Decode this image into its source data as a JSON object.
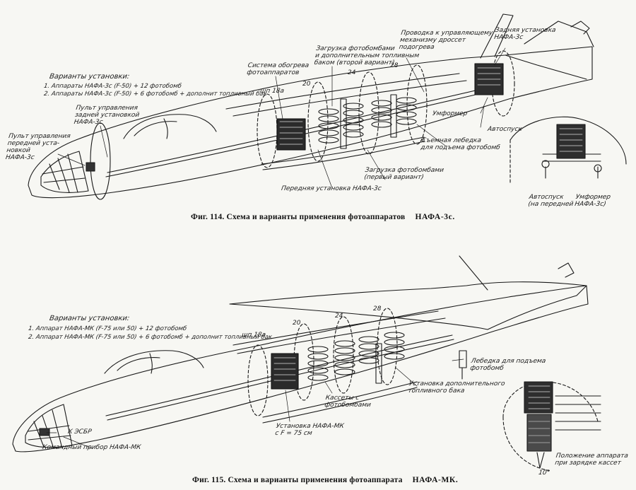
{
  "fig114": {
    "caption": "Фиг. 114. Схема и варианты применения фотоаппаратов",
    "camera": "НАФА-3с.",
    "variants_title": "Варианты установки:",
    "variants": [
      "1. Аппараты НАФА-3с (F-50) + 12 фотобомб",
      "2. Аппараты НАФА-3с (F-50) + 6 фотобомб + дополнит топливный бак"
    ],
    "labels": {
      "front_control": "Пульт управления\nпередней уста-\nновкой\nНАФА-3с",
      "rear_control": "Пульт управления\nзадней установкой\nНАФА-3с",
      "heating": "Система обогрева\nфотоаппаратов",
      "frame18a": "шп 18а",
      "bomb_load_2": "Загрузка фотобомбами\nи дополнительным топливным\nбаком (второй вариант)",
      "wiring": "Проводка к управляющему\nмеханизму дроссет\nподогрева",
      "rear_install": "Задняя установка\nНАФА-3с",
      "umformer": "Умформер",
      "autospusk": "Автоспуск",
      "winch": "Съемная лебедка\nдля подъема фотобомб",
      "bomb_load_1": "Загрузка фотобомбами\n(первый вариант)",
      "front_install": "Передняя установка НАФА-3с",
      "autospusk_front": "Автоспуск\n(на передней",
      "umformer_front": "Умформер\nНАФА-3с)"
    },
    "frames": [
      "20",
      "24",
      "28"
    ]
  },
  "fig115": {
    "caption": "Фиг. 115. Схема и варианты применения фотоаппарата",
    "camera": "НАФА-МК.",
    "variants_title": "Варианты установки:",
    "variants": [
      "1. Аппарат НАФА-МК (F-75 или 50) + 12 фотобомб",
      "2. Аппарат НАФА-МК (F-75 или 50) + 6 фотобомб + дополнит топливный бак"
    ],
    "labels": {
      "frame18a": "шп 18а",
      "winch": "Лебедка для подъема\nфотобомб",
      "add_tank": "Установка дополнительного\nтопливного бака",
      "cassettes": "Кассеты с\nфотобомбами",
      "esbr": "К ЭСБР",
      "command": "Командный прибор НАФА-МК",
      "install": "Установка НАФА-МК\nс F = 75 см",
      "position": "Положение аппарата\nпри зарядке кассет",
      "angle": "10°"
    },
    "frames": [
      "20",
      "24",
      "28"
    ]
  },
  "colors": {
    "ink": "#1a1a1a",
    "paper": "#f7f7f3"
  }
}
